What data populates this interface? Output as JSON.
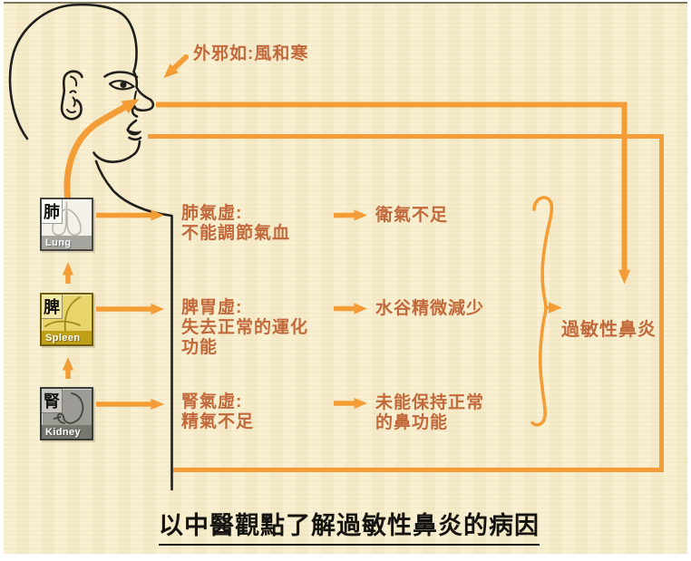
{
  "page": {
    "title": "以中醫觀點了解過敏性鼻炎的病因",
    "background_color": "#f8efce",
    "frame_color": "#ffffff"
  },
  "colors": {
    "arrow_orange": "#f49c36",
    "label_orange_brown": "#c2693b",
    "title_black": "#15130f",
    "head_line_black": "#211f1b",
    "lung_box_bg": "#f3f1ea",
    "spleen_box_bg": "#e8d66d",
    "kidney_box_bg": "#9c9b96"
  },
  "pathogen": {
    "label": "外邪如:風和寒"
  },
  "organs": [
    {
      "char": "肺",
      "name": "Lung",
      "cause_lines": [
        "肺氣虛:",
        "不能調節氣血"
      ],
      "effect_lines": [
        "衛氣不足"
      ]
    },
    {
      "char": "脾",
      "name": "Spleen",
      "cause_lines": [
        "脾胃虛:",
        "失去正常的運化",
        "功能"
      ],
      "effect_lines": [
        "水谷精微減少"
      ]
    },
    {
      "char": "腎",
      "name": "Kidney",
      "cause_lines": [
        "腎氣虛:",
        "精氣不足"
      ],
      "effect_lines": [
        "未能保持正常",
        "的鼻功能"
      ]
    }
  ],
  "outcome": {
    "label": "過敏性鼻炎"
  }
}
